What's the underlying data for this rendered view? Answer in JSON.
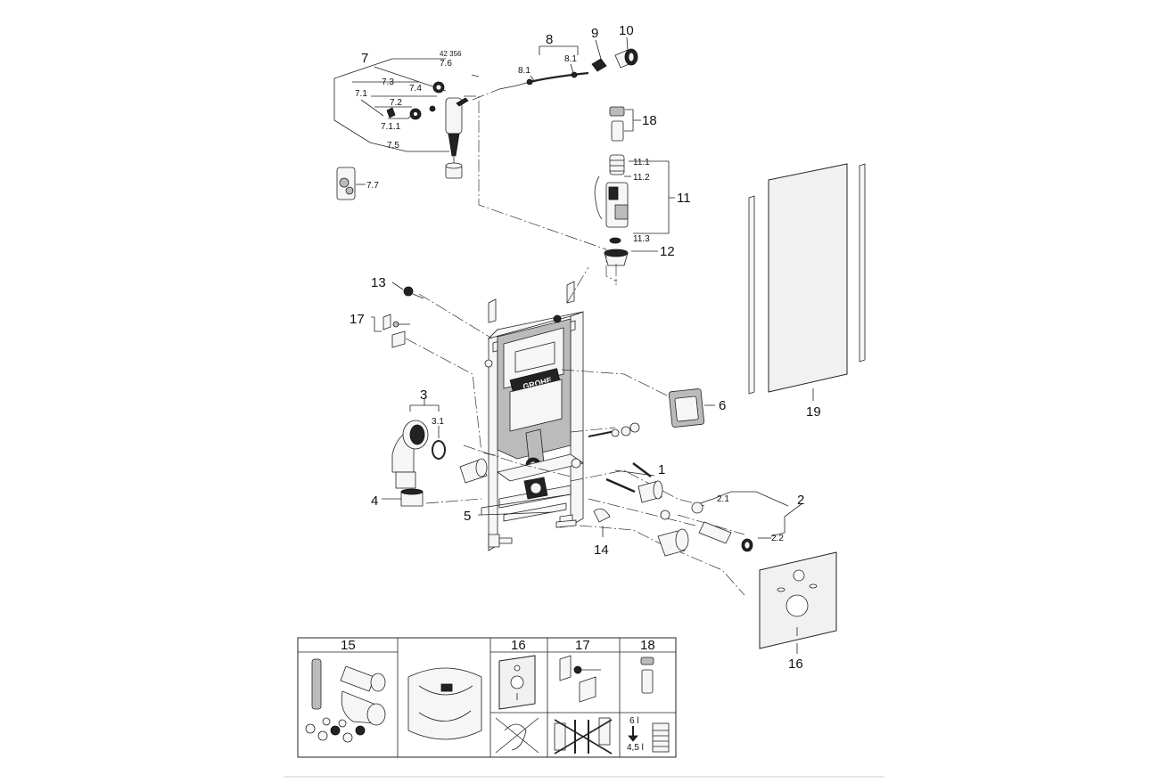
{
  "callouts": {
    "c1": "1",
    "c2": "2",
    "c2_1": "2.1",
    "c2_2": "2.2",
    "c3": "3",
    "c3_1": "3.1",
    "c4": "4",
    "c5": "5",
    "c6": "6",
    "c7": "7",
    "c7_1": "7.1",
    "c7_1_1": "7.1.1",
    "c7_2": "7.2",
    "c7_3": "7.3",
    "c7_4": "7.4",
    "c7_5": "7.5",
    "c7_6": "7.6",
    "c7_6_ref": "42 356",
    "c7_7": "7.7",
    "c8": "8",
    "c8_1a": "8.1",
    "c8_1b": "8.1",
    "c9": "9",
    "c10": "10",
    "c11": "11",
    "c11_1": "11.1",
    "c11_2": "11.2",
    "c11_3": "11.3",
    "c12": "12",
    "c13": "13",
    "c14": "14",
    "c16": "16",
    "c17": "17",
    "c18": "18",
    "c19": "19",
    "brand": "GROHE"
  },
  "kit_table": {
    "headers": [
      "15",
      "",
      "16",
      "17",
      "18"
    ],
    "volume_top": "6 l",
    "volume_bottom": "4,5 l"
  }
}
